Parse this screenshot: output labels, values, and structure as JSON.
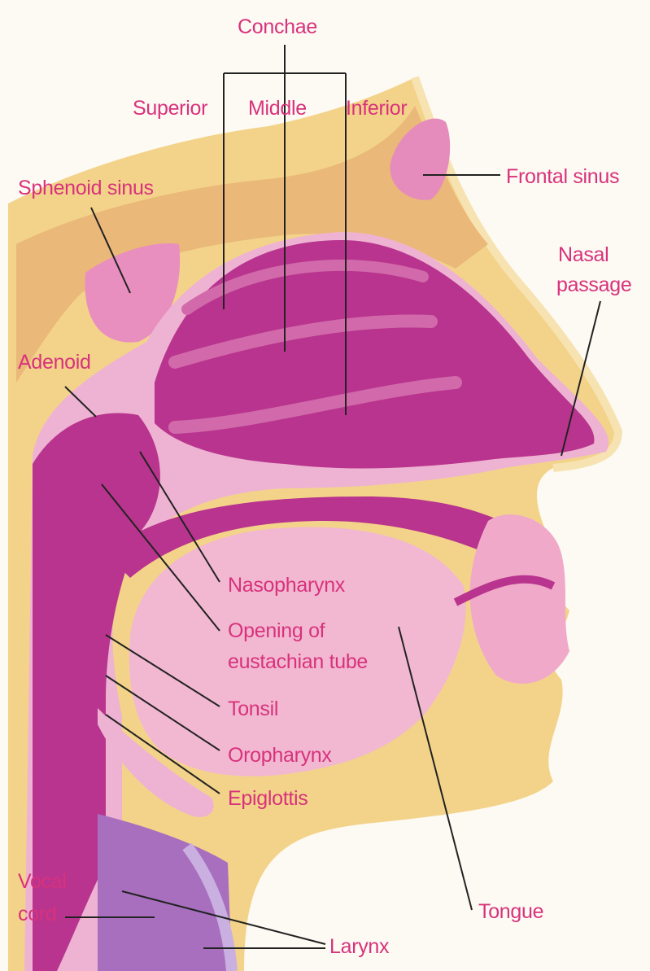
{
  "colors": {
    "label": "#d8327c",
    "background": "#fdfaf3",
    "tissue_yellow": "#f3d38a",
    "bone_tan": "#eab879",
    "mucosa_pink": "#eeb3d2",
    "cavity_magenta": "#b8348e",
    "tongue_pink": "#f2b8d1",
    "leader_line": "#222222"
  },
  "labels": {
    "conchae": "Conchae",
    "superior": "Superior",
    "middle": "Middle",
    "inferior": "Inferior",
    "sphenoid_sinus": "Sphenoid sinus",
    "frontal_sinus": "Frontal sinus",
    "nasal_passage_1": "Nasal",
    "nasal_passage_2": "passage",
    "adenoid": "Adenoid",
    "nasopharynx": "Nasopharynx",
    "opening_1": "Opening of",
    "opening_2": "eustachian tube",
    "tonsil": "Tonsil",
    "oropharynx": "Oropharynx",
    "epiglottis": "Epiglottis",
    "vocal_1": "Vocal",
    "vocal_2": "cord",
    "tongue": "Tongue",
    "larynx": "Larynx"
  }
}
